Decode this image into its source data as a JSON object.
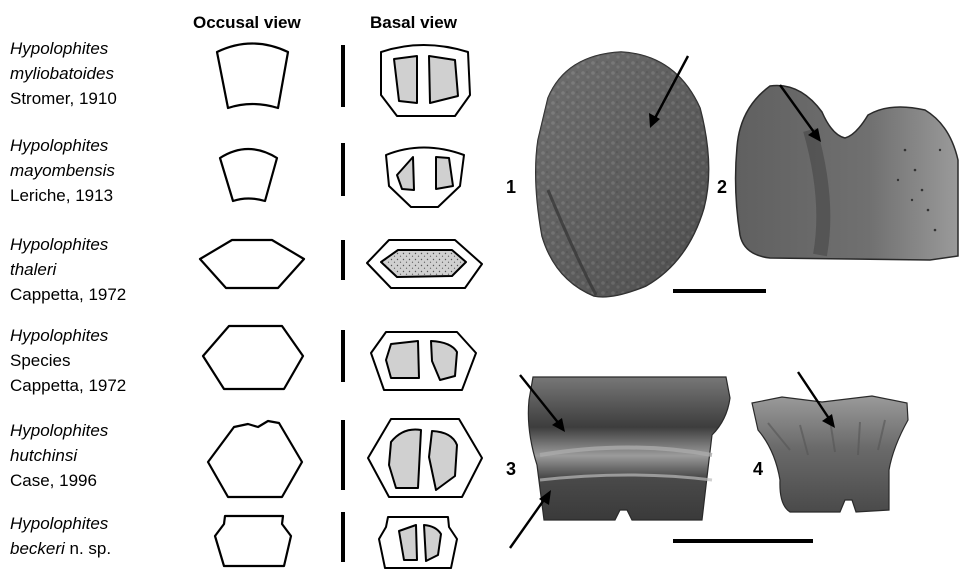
{
  "headers": {
    "occlusal": "Occusal view",
    "basal": "Basal view"
  },
  "species": [
    {
      "genus": "Hypolophites",
      "epithet": "myliobatoides",
      "author": "Stromer, 1910"
    },
    {
      "genus": "Hypolophites",
      "epithet": "mayombensis",
      "author": "Leriche, 1913"
    },
    {
      "genus": "Hypolophites",
      "epithet": "thaleri",
      "author": "Cappetta, 1972"
    },
    {
      "genus": "Hypolophites",
      "epithet": "Species",
      "author": "Cappetta, 1972"
    },
    {
      "genus": "Hypolophites",
      "epithet": "hutchinsi",
      "author": "Case, 1996"
    },
    {
      "genus": "Hypolophites",
      "epithet": "beckeri",
      "suffix": " n. sp."
    }
  ],
  "panels": [
    "1",
    "2",
    "3",
    "4"
  ],
  "colors": {
    "outline": "#000000",
    "fill": "#d0d0d0",
    "stipple": "#666666",
    "photo_dark": "#4a4a4a",
    "photo_light": "#8c8c8c"
  }
}
